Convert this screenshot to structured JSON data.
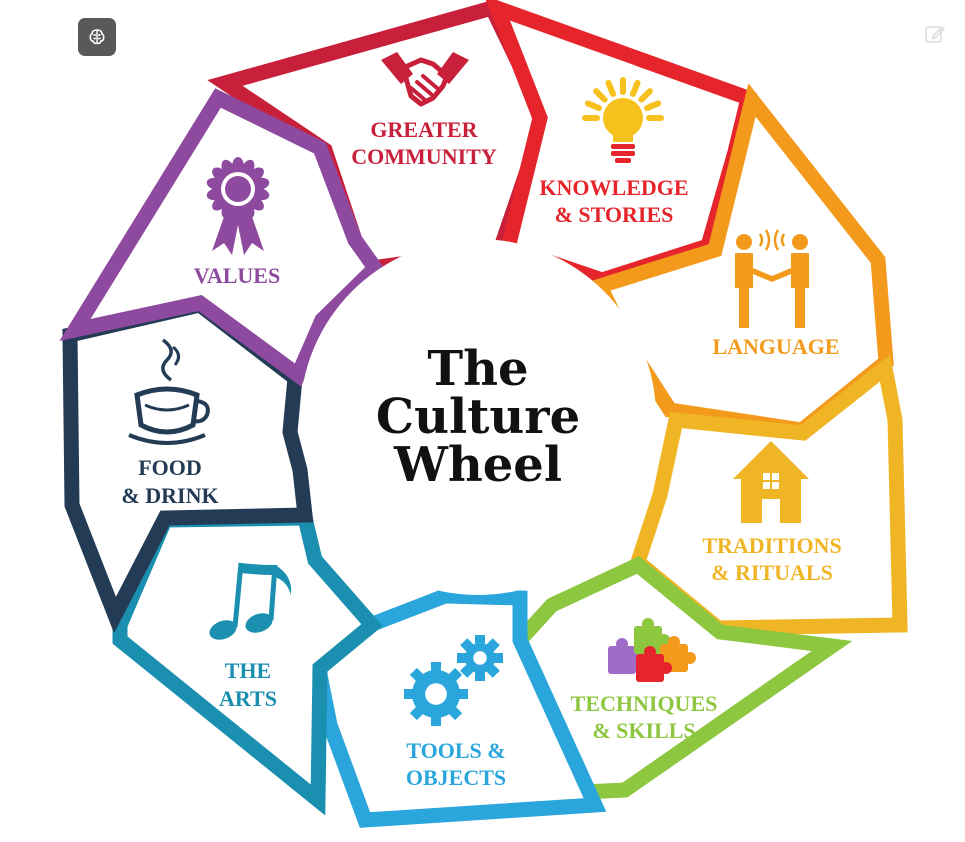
{
  "diagram": {
    "title_lines": [
      "The",
      "Culture",
      "Wheel"
    ],
    "segments": [
      {
        "id": "greater-community",
        "lines": [
          "GREATER",
          "COMMUNITY"
        ],
        "color": "#c8203a",
        "icon": "handshake-icon"
      },
      {
        "id": "knowledge-stories",
        "lines": [
          "KNOWLEDGE",
          "& STORIES"
        ],
        "color": "#e5252b",
        "icon": "lightbulb-icon"
      },
      {
        "id": "language",
        "lines": [
          "LANGUAGE"
        ],
        "color": "#f39a1c",
        "icon": "people-talking-icon"
      },
      {
        "id": "traditions-rituals",
        "lines": [
          "TRADITIONS",
          "& RITUALS"
        ],
        "color": "#f0b524",
        "icon": "house-icon"
      },
      {
        "id": "techniques-skills",
        "lines": [
          "TECHNIQUES",
          "& SKILLS"
        ],
        "color": "#8dc63f",
        "icon": "puzzle-icon"
      },
      {
        "id": "tools-objects",
        "lines": [
          "TOOLS &",
          "OBJECTS"
        ],
        "color": "#2aa6dc",
        "icon": "gears-icon"
      },
      {
        "id": "the-arts",
        "lines": [
          "THE",
          "ARTS"
        ],
        "color": "#1a8fb0",
        "icon": "music-note-icon"
      },
      {
        "id": "food-drink",
        "lines": [
          "FOOD",
          "& DRINK"
        ],
        "color": "#243b55",
        "icon": "coffee-cup-icon"
      },
      {
        "id": "values",
        "lines": [
          "VALUES"
        ],
        "color": "#8e4a9e",
        "icon": "award-ribbon-icon"
      }
    ]
  },
  "toolbar": {
    "brain_icon": "brain-icon",
    "edit_icon": "edit-icon"
  }
}
